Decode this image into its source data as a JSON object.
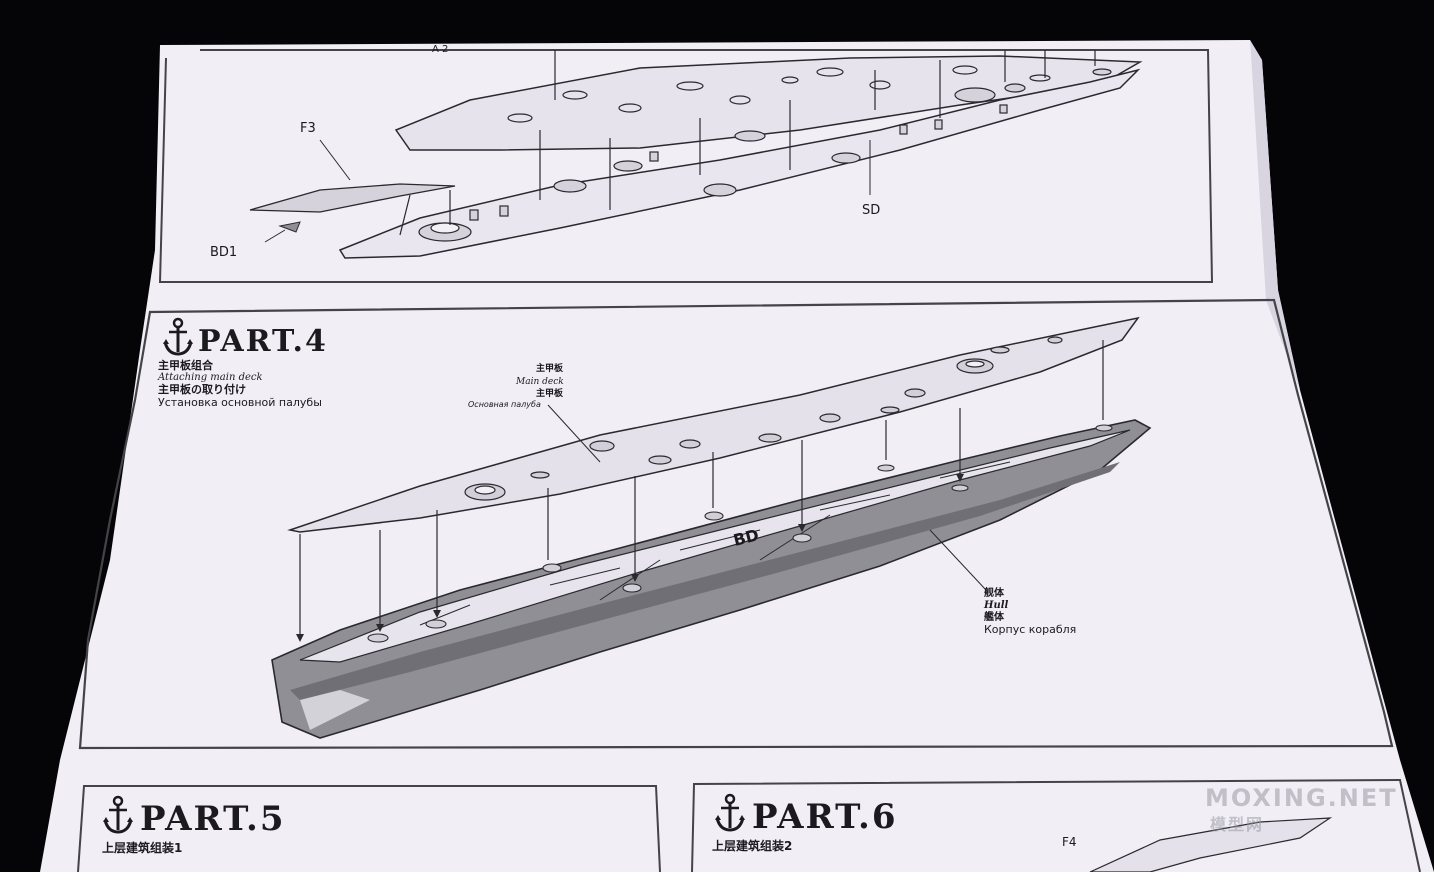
{
  "colors": {
    "background": "#050507",
    "paper": "#f1eef6",
    "ink": "#1b1b1f",
    "hull_fill": "#8f8f95",
    "deck_fill": "#e4e1ea"
  },
  "top_panel": {
    "label_top": "A 2",
    "label_f3": "F3",
    "label_bd1": "BD1",
    "label_sd": "SD"
  },
  "part4": {
    "title": "PART.4",
    "cn": "主甲板组合",
    "en": "Attaching main deck",
    "jp": "主甲板の取り付け",
    "ru": "Установка основной палубы",
    "main_deck_cn": "主甲板",
    "main_deck_en": "Main deck",
    "main_deck_jp": "主甲板",
    "main_deck_ru": "Основная палуба",
    "hull_cn": "舰体",
    "hull_en": "Hull",
    "hull_jp": "艦体",
    "hull_ru": "Корпус корабля",
    "hull_marking": "BD"
  },
  "part5": {
    "title": "PART.5",
    "cn": "上层建筑组装1"
  },
  "part6": {
    "title": "PART.6",
    "cn": "上层建筑组装2",
    "label_f4": "F4"
  },
  "watermark": {
    "text": "MOXING.NET",
    "sub": "模型网"
  },
  "icons": [
    "anchor-icon"
  ]
}
